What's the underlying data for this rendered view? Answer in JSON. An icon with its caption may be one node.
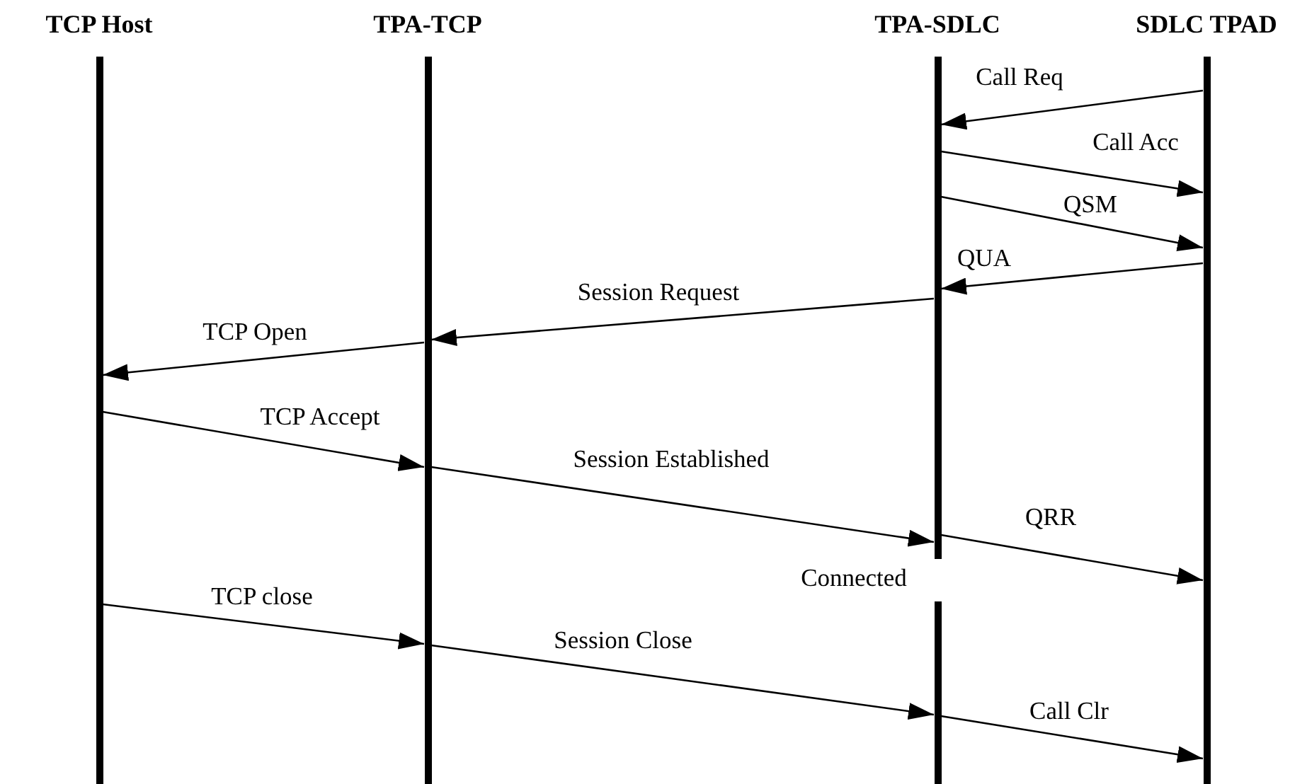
{
  "diagram": {
    "nodes": [
      {
        "text": [
          "TCP Host"
        ]
      },
      {
        "text": [
          "TPA-TCP"
        ]
      },
      {
        "text": [
          "TPA-SDLC"
        ]
      },
      {
        "text": [
          "SDLC TPAD"
        ]
      }
    ],
    "edges": [
      {
        "from": 3,
        "to": 2,
        "arrow": "to",
        "label": "Call Req"
      },
      {
        "from": 2,
        "to": 3,
        "arrow": "to",
        "label": "Call Acc"
      },
      {
        "from": 2,
        "to": 3,
        "arrow": "to",
        "label": "QSM"
      },
      {
        "from": 3,
        "to": 2,
        "arrow": "to",
        "label": "QUA"
      },
      {
        "from": 2,
        "to": 1,
        "arrow": "to",
        "label": "Session Request"
      },
      {
        "from": 1,
        "to": 0,
        "arrow": "to",
        "label": "TCP Open"
      },
      {
        "from": 0,
        "to": 1,
        "arrow": "to",
        "label": "TCP Accept"
      },
      {
        "from": 1,
        "to": 2,
        "arrow": "to",
        "label": "Session Established"
      },
      {
        "from": 2,
        "to": 3,
        "arrow": "to",
        "label": "QRR"
      },
      {
        "from": 0,
        "to": 1,
        "arrow": "to",
        "label": "TCP close"
      },
      {
        "from": 1,
        "to": 2,
        "arrow": "to",
        "label": "Session Close"
      },
      {
        "from": 2,
        "to": 3,
        "arrow": "to",
        "label": "Call Clr"
      }
    ],
    "labels": [
      "Connected"
    ]
  }
}
